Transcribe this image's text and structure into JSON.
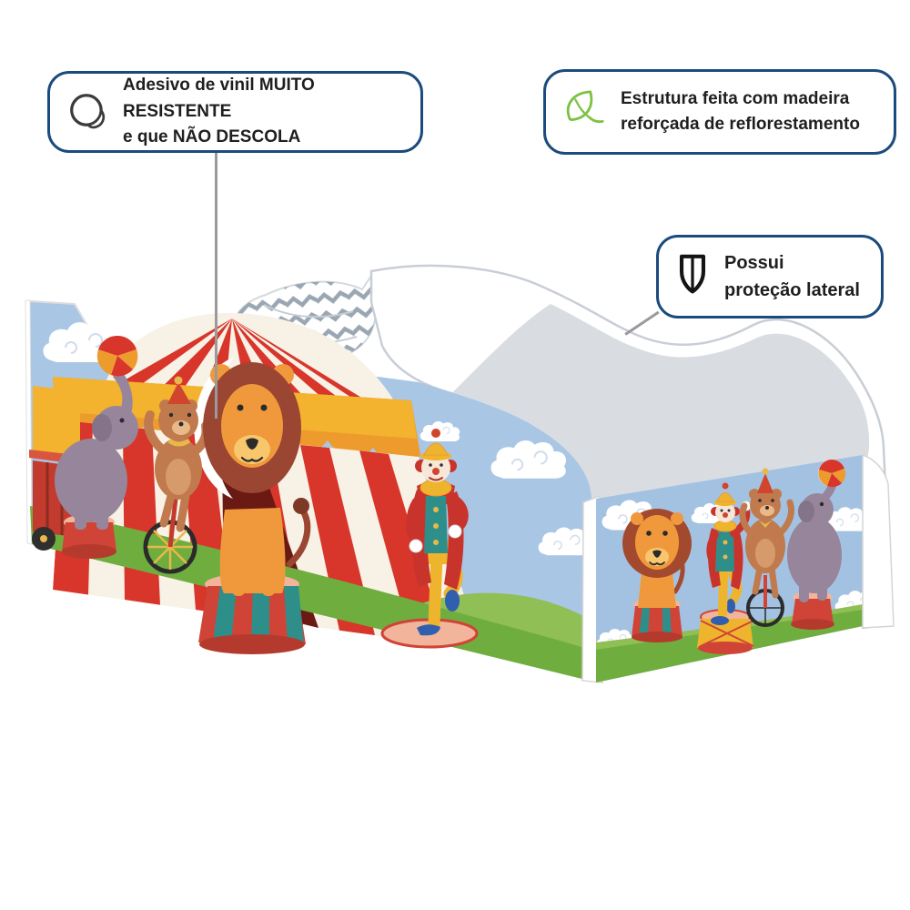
{
  "page": {
    "background": "#ffffff"
  },
  "colors": {
    "callout_border": "#1b4b7d",
    "callout_text": "#1f1f1f",
    "leader_line": "#9a9a9a",
    "icon_dark": "#3b3b3b",
    "leaf_green": "#7cc242",
    "sky": "#a9c6e5",
    "sky2": "#a3c2e2",
    "grass_dark": "#6fae3e",
    "grass_light": "#8fbf55",
    "tent_red": "#d8352b",
    "cream": "#f7f1e6",
    "awning_yellow": "#f3b32e",
    "awning_orange": "#ee9b2e",
    "entrance_dark": "#6b1a13",
    "lion_mane": "#9a4632",
    "lion_face": "#f0993c",
    "muzzle": "#f8c76d",
    "bear_brown": "#c07a4e",
    "bear_light": "#d79a6a",
    "elephant_gray": "#97869b",
    "elephant_dark": "#857489",
    "ped_red": "#cf4436",
    "ped_teal": "#2e8f8a",
    "ped_top": "#f2b49a",
    "ped_base": "#b53a2e",
    "clown_red": "#c8342c",
    "clown_teal": "#2e8f8a",
    "clown_yellow": "#efb42e",
    "clown_skin": "#f6e7d8",
    "shoe_blue": "#2f5fae",
    "mattress": "#d9dde2",
    "mattress_seam": "#b7bcc4",
    "rail_stroke": "#c9ced6",
    "pillow_stripe": "#8f9dab",
    "cloud_curl": "#cfdcee"
  },
  "callouts": {
    "vinyl": {
      "icon": "sticker-icon",
      "line1": "Adesivo de vinil MUITO RESISTENTE",
      "line2": "e que NÃO DESCOLA"
    },
    "wood": {
      "icon": "leaf-icon",
      "line1": "Estrutura feita com madeira",
      "line2": "reforçada de reflorestamento"
    },
    "protection": {
      "icon": "shield-icon",
      "line1": "Possui",
      "line2": "proteção lateral"
    }
  },
  "product_scene": {
    "type": "children's bed with circus-themed printed panels",
    "headboard_panel": [
      "circus tent",
      "lion on striped pedestal",
      "bear on unicycle",
      "clown",
      "elephant on pedestal",
      "circus wagon",
      "striped ball",
      "clouds",
      "grass"
    ],
    "footboard_panel": [
      "lion on pedestal",
      "clown on drum",
      "bear on unicycle",
      "elephant balancing striped ball",
      "clouds",
      "grass"
    ],
    "bed_parts": [
      "white wooden frame",
      "wavy white side rail",
      "gray mattress",
      "chevron-striped pillow"
    ]
  }
}
